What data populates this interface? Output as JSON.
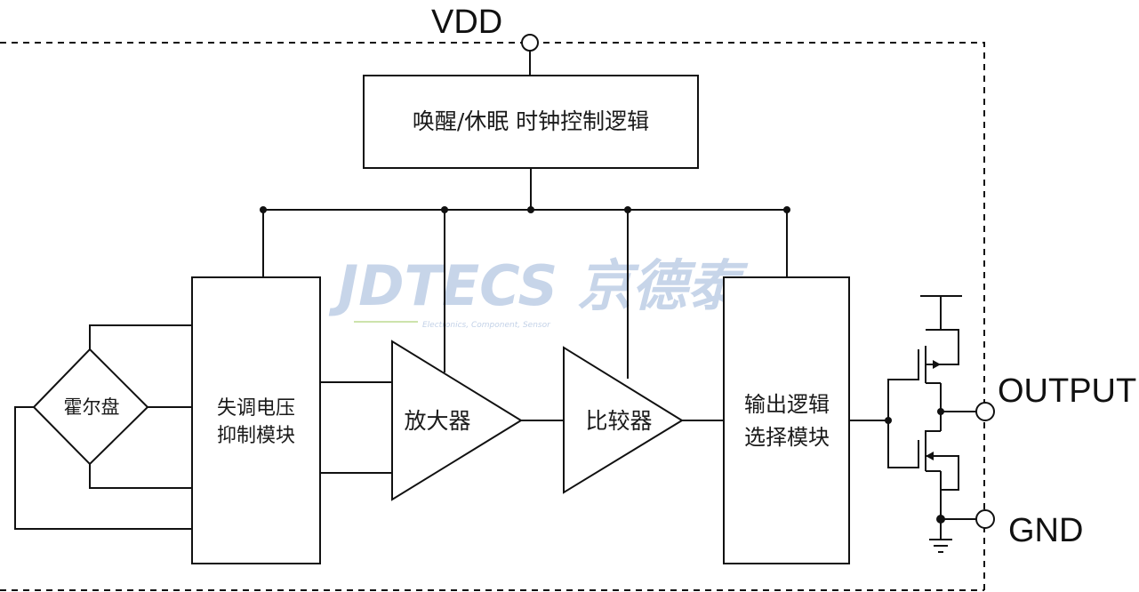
{
  "pins": {
    "vdd": "VDD",
    "output": "OUTPUT",
    "gnd": "GND"
  },
  "blocks": {
    "clock_ctrl": "唤醒/休眠 时钟控制逻辑",
    "hall_plate": "霍尔盘",
    "offset_line1": "失调电压",
    "offset_line2": "抑制模块",
    "amplifier": "放大器",
    "comparator": "比较器",
    "output_logic_line1": "输出逻辑",
    "output_logic_line2": "选择模块"
  },
  "watermark": {
    "brand": "JDTECS 京德泰",
    "tagline": "Electronics, Component, Sensor"
  }
}
